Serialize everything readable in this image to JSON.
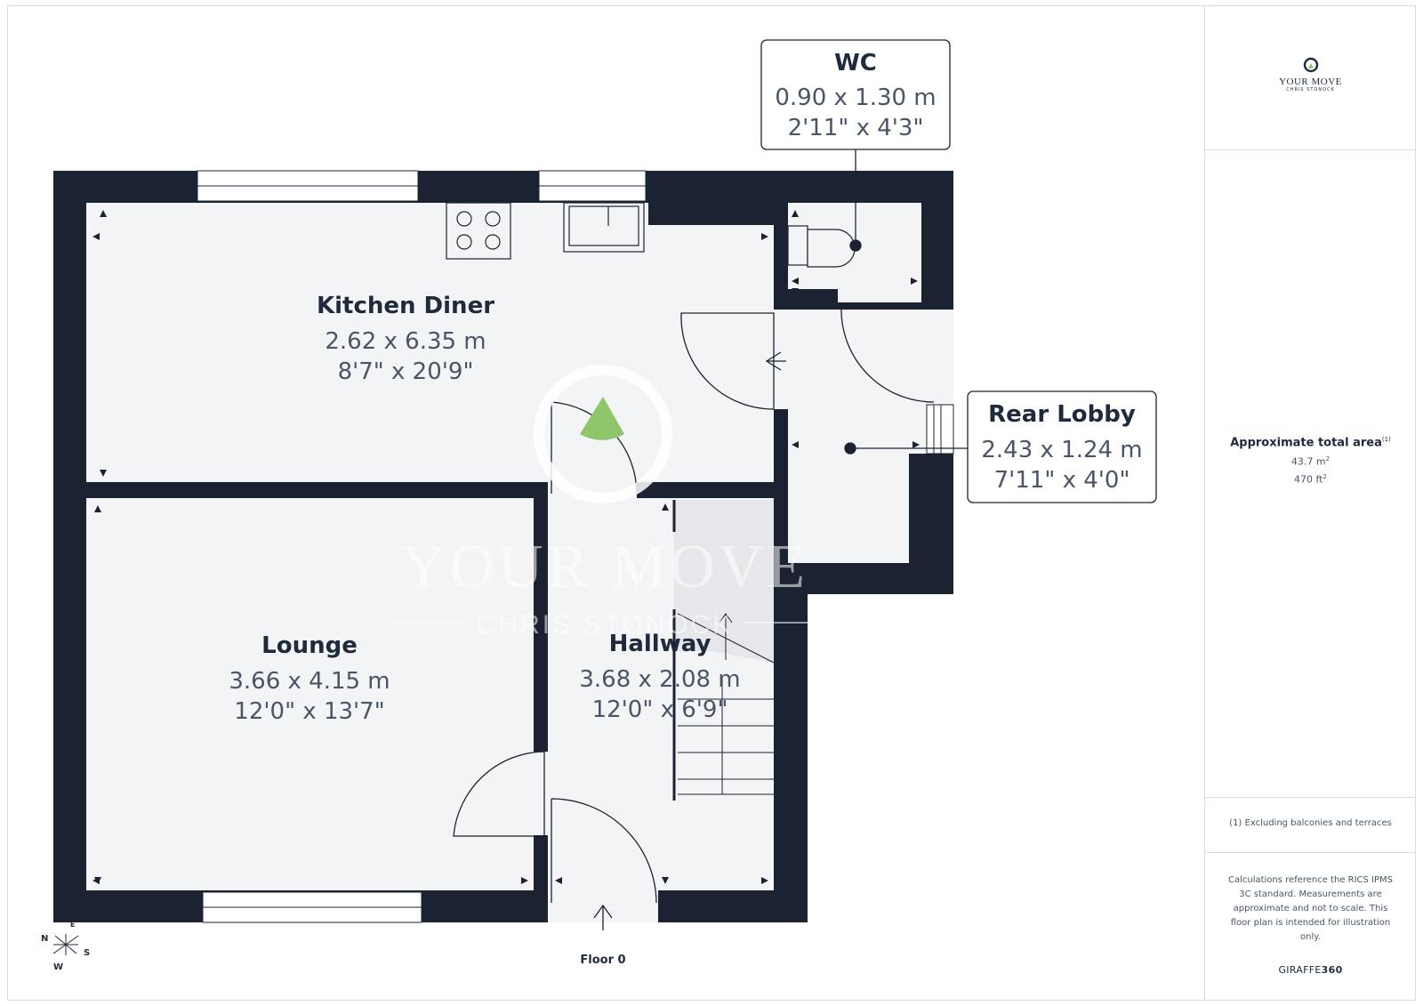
{
  "rooms": [
    {
      "id": "kitchen",
      "name": "Kitchen Diner",
      "metric": "2.62 x 6.35 m",
      "imperial": "8'7\" x 20'9\""
    },
    {
      "id": "lounge",
      "name": "Lounge",
      "metric": "3.66 x 4.15 m",
      "imperial": "12'0\" x 13'7\""
    },
    {
      "id": "hallway",
      "name": "Hallway",
      "metric": "3.68 x 2.08 m",
      "imperial": "12'0\" x 6'9\""
    },
    {
      "id": "wc",
      "name": "WC",
      "metric": "0.90 x 1.30 m",
      "imperial": "2'11\" x 4'3\""
    },
    {
      "id": "rear_lobby",
      "name": "Rear Lobby",
      "metric": "2.43 x 1.24 m",
      "imperial": "7'11\" x 4'0\""
    }
  ],
  "floor_label": "Floor 0",
  "compass": {
    "n": "N",
    "e": "E",
    "s": "S",
    "w": "W"
  },
  "watermark": {
    "main": "YOUR MOVE",
    "sub": "CHRIS STONOCK"
  },
  "brand": {
    "name": "YOUR MOVE",
    "sub": "CHRIS STONOCK"
  },
  "area": {
    "label": "Approximate total area",
    "label_sup": "(1)",
    "metric": "43.7 m",
    "metric_sup": "2",
    "imperial": "470 ft",
    "imperial_sup": "2"
  },
  "footnote": "(1) Excluding balconies and terraces",
  "calc_note": "Calculations reference the RICS IPMS 3C standard. Measurements are approximate and not to scale. This floor plan is intended for illustration only.",
  "giraffe": {
    "prefix": "GIRAFFE",
    "suffix": "360"
  },
  "colors": {
    "wall": "#1b2333",
    "floor": "#f3f4f6",
    "stairs": "#e6e7ea",
    "accent": "#8fc66c"
  }
}
